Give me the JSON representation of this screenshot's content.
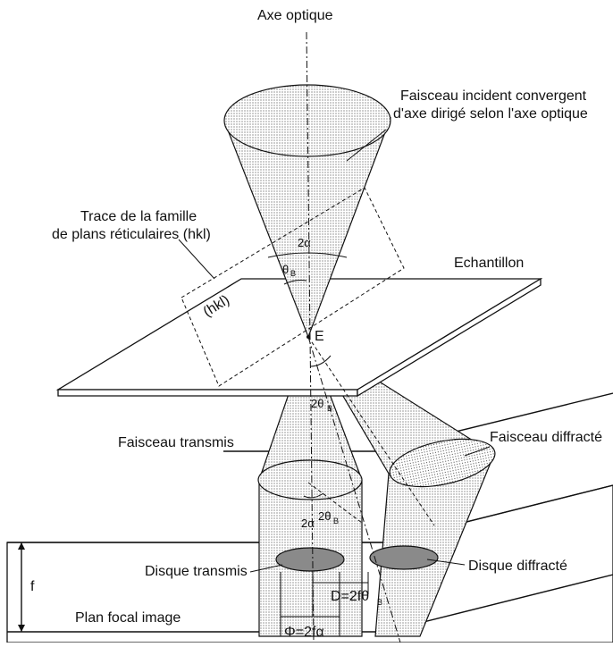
{
  "labels": {
    "optical_axis": "Axe optique",
    "incident_beam_line1": "Faisceau incident convergent",
    "incident_beam_line2": "d'axe dirigé selon l'axe optique",
    "trace_line1": "Trace de la famille",
    "trace_line2": "de plans réticulaires (hkl)",
    "sample": "Echantillon",
    "point_e": "E",
    "transmitted_beam": "Faisceau transmis",
    "diffracted_beam": "Faisceau diffracté",
    "transmitted_disk": "Disque transmis",
    "diffracted_disk": "Disque diffracté",
    "focal_plane": "Plan focal image",
    "focal_length": "f",
    "hkl": "(hkl)",
    "angle_2alpha_top": "2α",
    "angle_theta_main": "θ",
    "angle_theta_sub": "B",
    "angle_2theta_main": "2θ",
    "angle_2theta_sub": "B",
    "angle_2alpha_bottom": "2α",
    "angle_2theta_bottom_main": "2θ",
    "angle_2theta_bottom_sub": "B",
    "d_formula_main": "D=2fθ",
    "d_formula_sub": "B",
    "phi_formula": "Φ=2fα"
  },
  "colors": {
    "ink": "#111111",
    "cone_dots": "#555555",
    "disk_fill": "#8a8a8a"
  }
}
